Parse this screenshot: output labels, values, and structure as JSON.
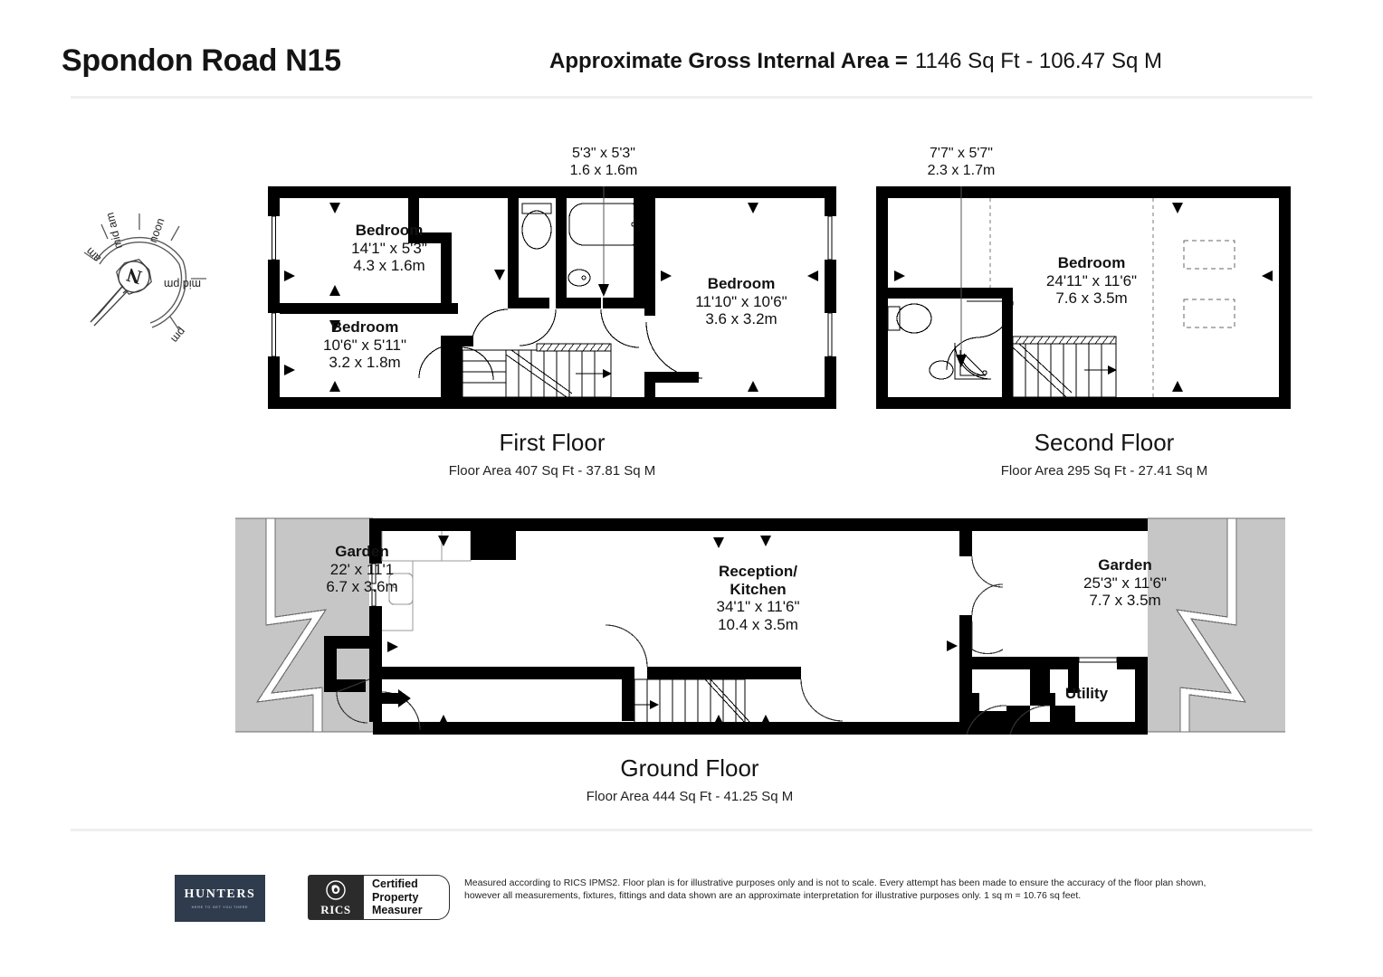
{
  "header": {
    "title": "Spondon Road N15",
    "area_label": "Approximate Gross Internal Area =",
    "area_value": "1146 Sq Ft - 106.47 Sq M"
  },
  "compass": {
    "center_letter": "N",
    "labels": [
      "am",
      "mid am",
      "noon",
      "mid pm",
      "pm"
    ]
  },
  "floors": [
    {
      "id": "first",
      "name": "First Floor",
      "area": "Floor Area 407 Sq Ft - 37.81 Sq M",
      "callout": {
        "imperial": "5'3\" x 5'3\"",
        "metric": "1.6 x 1.6m"
      },
      "rooms": [
        {
          "name": "Bedroom",
          "imperial": "14'1\" x 5'3\"",
          "metric": "4.3 x 1.6m"
        },
        {
          "name": "Bedroom",
          "imperial": "10'6\" x 5'11\"",
          "metric": "3.2 x 1.8m"
        },
        {
          "name": "Bedroom",
          "imperial": "11'10\" x 10'6\"",
          "metric": "3.6 x 3.2m"
        }
      ]
    },
    {
      "id": "second",
      "name": "Second Floor",
      "area": "Floor Area 295 Sq Ft - 27.41 Sq M",
      "callout": {
        "imperial": "7'7\" x 5'7\"",
        "metric": "2.3 x 1.7m"
      },
      "rooms": [
        {
          "name": "Bedroom",
          "imperial": "24'11\" x 11'6\"",
          "metric": "7.6 x 3.5m"
        }
      ]
    },
    {
      "id": "ground",
      "name": "Ground Floor",
      "area": "Floor Area 444 Sq Ft - 41.25 Sq M",
      "rooms": [
        {
          "name": "Garden",
          "imperial": "22' x 11'1",
          "metric": "6.7 x 3.6m"
        },
        {
          "name": "Reception/\nKitchen",
          "name_line1": "Reception/",
          "name_line2": "Kitchen",
          "imperial": "34'1\" x 11'6\"",
          "metric": "10.4 x 3.5m"
        },
        {
          "name": "Garden",
          "imperial": "25'3\" x 11'6\"",
          "metric": "7.7 x 3.5m"
        },
        {
          "name": "Utility",
          "imperial": "",
          "metric": ""
        }
      ]
    }
  ],
  "footer": {
    "hunters_word": "HUNTERS",
    "hunters_tagline": "HERE TO GET YOU THERE",
    "rics_word": "RICS",
    "rics_cert_line1": "Certified",
    "rics_cert_line2": "Property",
    "rics_cert_line3": "Measurer",
    "disclaimer_line1": "Measured according to RICS IPMS2. Floor plan is for illustrative purposes only and is not to scale. Every attempt has been made to ensure the accuracy of the floor plan shown,",
    "disclaimer_line2": "however all measurements, fixtures, fittings and data shown are an approximate interpretation for illustrative purposes only. 1 sq m = 10.76 sq feet."
  },
  "colors": {
    "wall": "#000000",
    "garden_fill": "#c6c6c6",
    "garden_stroke": "#6e6e6e",
    "rule": "#efefef",
    "hunters_navy": "#2f3c4d",
    "rics_black": "#2b2b2b"
  }
}
